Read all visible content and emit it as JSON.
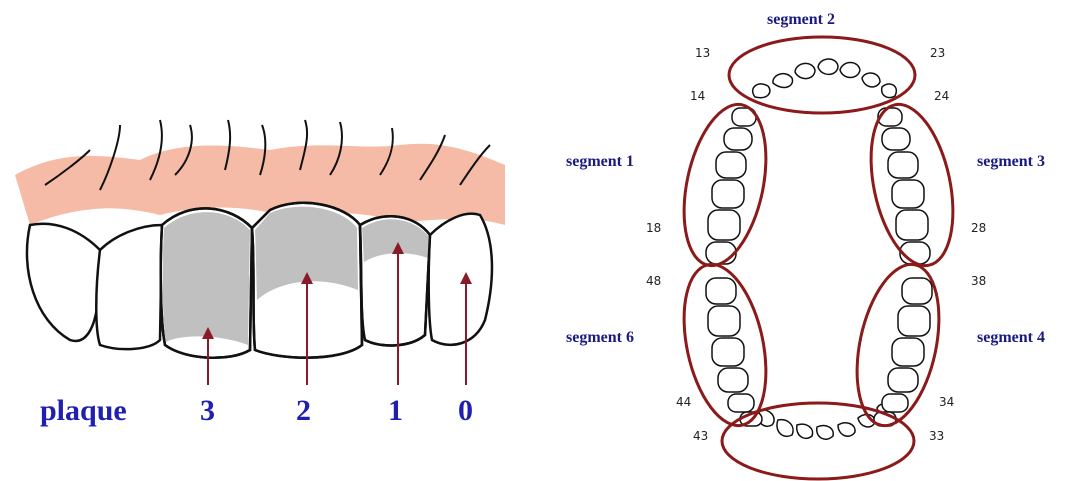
{
  "plaque_figure": {
    "caption": "plaque",
    "scores": [
      "3",
      "2",
      "1",
      "0"
    ],
    "colors": {
      "gum": "#f2a489",
      "plaque": "#c0c0c0",
      "arrow": "#8a1a2a",
      "label": "#2020b0"
    }
  },
  "segments_figure": {
    "segments": [
      {
        "id": "segment-2",
        "label": "segment 2"
      },
      {
        "id": "segment-1",
        "label": "segment 1"
      },
      {
        "id": "segment-3",
        "label": "segment 3"
      },
      {
        "id": "segment-6",
        "label": "segment 6"
      },
      {
        "id": "segment-4",
        "label": "segment 4"
      }
    ],
    "tooth_numbers": [
      "13",
      "23",
      "14",
      "24",
      "18",
      "28",
      "48",
      "38",
      "44",
      "34",
      "43",
      "33"
    ],
    "colors": {
      "ellipse": "#8b1a1a",
      "label": "#1a1a80"
    }
  }
}
